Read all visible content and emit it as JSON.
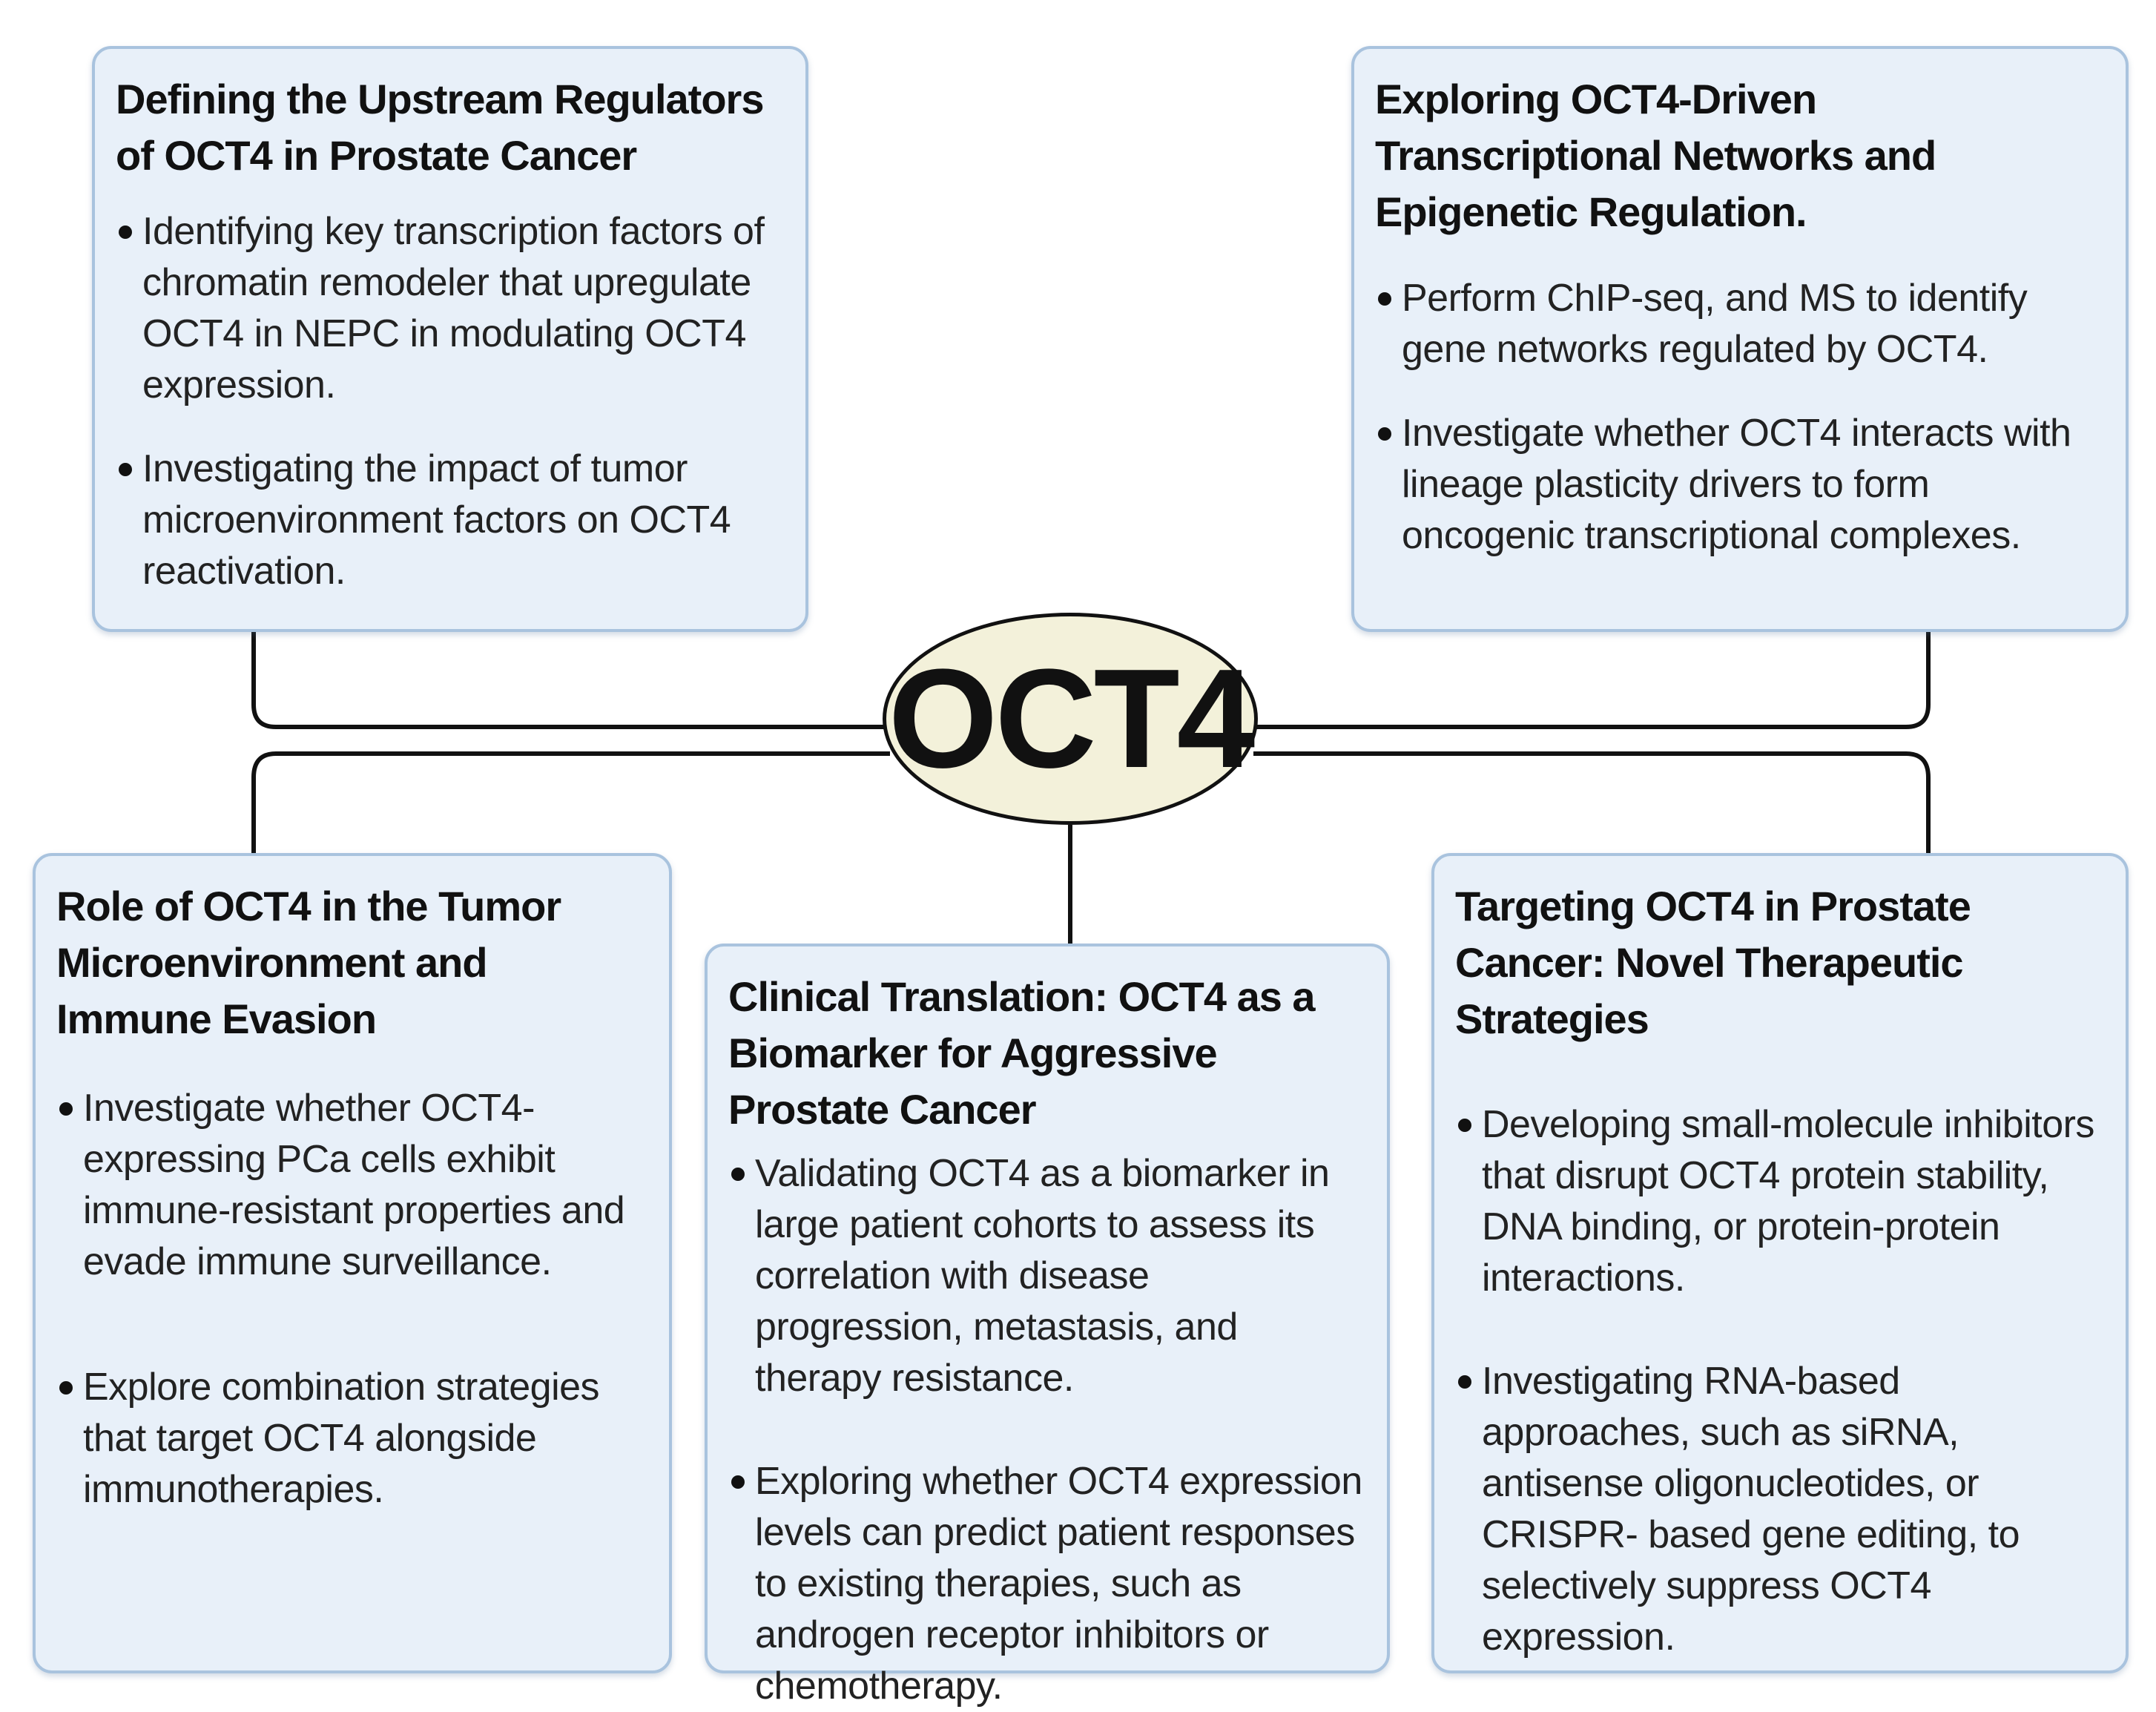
{
  "center": {
    "label": "OCT4"
  },
  "boxes": {
    "upstream": {
      "title": "Defining the Upstream Regulators of OCT4 in Prostate Cancer",
      "items": [
        "Identifying key transcription factors of chromatin remodeler that upregulate OCT4 in NEPC in modulating OCT4 expression.",
        "Investigating the impact of tumor microenvironment factors on OCT4 reactivation."
      ]
    },
    "networks": {
      "title": "Exploring OCT4-Driven Transcriptional Networks and Epigenetic Regulation.",
      "items": [
        "Perform ChIP-seq, and MS to identify gene networks regulated by OCT4.",
        "Investigate whether OCT4 interacts with lineage plasticity drivers to form oncogenic transcriptional complexes."
      ]
    },
    "microenvironment": {
      "title": "Role of OCT4 in the Tumor Microenvironment and Immune Evasion",
      "items": [
        "Investigate whether OCT4-expressing PCa cells exhibit immune-resistant properties and evade immune surveillance.",
        "Explore combination strategies that target OCT4 alongside immunotherapies."
      ]
    },
    "clinical": {
      "title": "Clinical Translation: OCT4 as a Biomarker for Aggressive Prostate Cancer",
      "items": [
        "Validating OCT4 as a biomarker in large patient cohorts to assess its correlation with disease progression, metastasis, and therapy resistance.",
        "Exploring whether OCT4 expression levels can predict patient responses to existing therapies, such as androgen receptor inhibitors or chemotherapy."
      ]
    },
    "therapeutic": {
      "title": "Targeting OCT4 in Prostate Cancer: Novel Therapeutic Strategies",
      "items": [
        "Developing small-molecule inhibitors that disrupt OCT4 protein stability, DNA binding, or protein-protein interactions.",
        "Investigating RNA-based approaches, such as siRNA, antisense oligonucleotides, or CRISPR- based gene editing, to selectively suppress OCT4 expression."
      ]
    }
  },
  "colors": {
    "box_fill": "#e8f0f9",
    "box_border": "#a9c3de",
    "hub_fill": "#f3f1da",
    "connector": "#111111"
  }
}
